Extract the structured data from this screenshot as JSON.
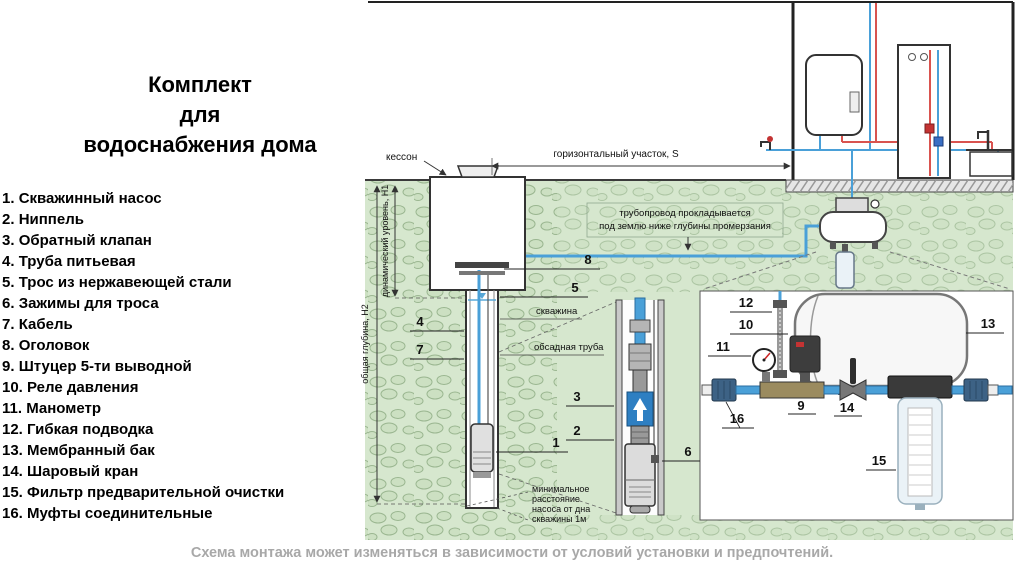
{
  "header": {
    "title_line1": "Комплект",
    "title_line2": "для",
    "title_line3": "водоснабжения дома"
  },
  "parts_list": [
    {
      "num": "1.",
      "label": "Скважинный насос"
    },
    {
      "num": "2.",
      "label": "Ниппель"
    },
    {
      "num": "3.",
      "label": "Обратный клапан"
    },
    {
      "num": "4.",
      "label": "Труба питьевая"
    },
    {
      "num": "5.",
      "label": "Трос из нержавеющей стали"
    },
    {
      "num": "6.",
      "label": "Зажимы для троса"
    },
    {
      "num": "7.",
      "label": "Кабель"
    },
    {
      "num": "8.",
      "label": "Оголовок"
    },
    {
      "num": "9.",
      "label": "Штуцер 5-ти выводной"
    },
    {
      "num": "10.",
      "label": "Реле давления"
    },
    {
      "num": "11.",
      "label": "Манометр"
    },
    {
      "num": "12.",
      "label": "Гибкая подводка"
    },
    {
      "num": "13.",
      "label": "Мембранный бак"
    },
    {
      "num": "14.",
      "label": "Шаровый кран"
    },
    {
      "num": "15.",
      "label": "Фильтр предварительной очистки"
    },
    {
      "num": "16.",
      "label": "Муфты соединительные"
    }
  ],
  "diagram": {
    "labels": {
      "kesson": "кессон",
      "horizontal_section": "горизонтальный участок,  S",
      "pipeline_note_line1": "трубопровод прокладывается",
      "pipeline_note_line2": "под землю ниже глубины промерзания",
      "well": "скважина",
      "casing": "обсадная труба",
      "total_depth": "общая глубина, Н2",
      "dynamic_level": "динамический уровень, Н1",
      "min_distance_line1": "минимальное",
      "min_distance_line2": "расстояние",
      "min_distance_line3": "насоса от дна",
      "min_distance_line4": "скважины 1м"
    },
    "callouts": {
      "c1": "1",
      "c2": "2",
      "c3": "3",
      "c4": "4",
      "c5": "5",
      "c6": "6",
      "c7": "7",
      "c8": "8",
      "c9": "9",
      "c10": "10",
      "c11": "11",
      "c12": "12",
      "c13": "13",
      "c14": "14",
      "c15": "15",
      "c16": "16"
    }
  },
  "footer": {
    "note": "Схема монтажа может изменяться в зависимости от условий установки и предпочтений."
  },
  "colors": {
    "cold_water": "#4aa0d8",
    "hot_water": "#d9534f",
    "ground_green": "#d6e7ce",
    "footer_gray": "#a8a8a8"
  }
}
